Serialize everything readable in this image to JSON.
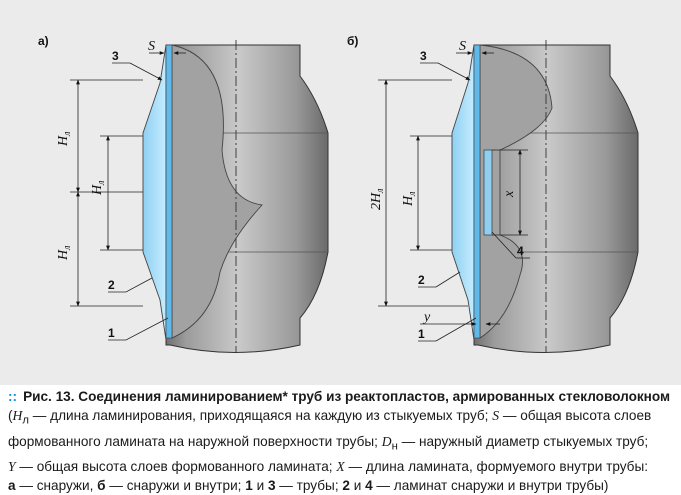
{
  "figure": {
    "panel_a_label": "а)",
    "panel_b_label": "б)",
    "a": {
      "S": "S",
      "n3": "3",
      "n2": "2",
      "n1": "1",
      "H1": "H",
      "H1sub": "л",
      "H2": "H",
      "H2sub": "л",
      "H3": "H",
      "H3sub": "л"
    },
    "b": {
      "S": "S",
      "n3": "3",
      "n2": "2",
      "n1": "1",
      "n4": "4",
      "H2x": "2H",
      "H2xsub": "л",
      "H": "H",
      "Hsub": "л",
      "x": "x",
      "y": "y"
    }
  },
  "caption": {
    "dots": "::",
    "title": "Рис. 13. Соединения ламинированием* труб из реактопластов, армированных стекловолокном",
    "p1_pre": "(",
    "p1_Hl": "H",
    "p1_Hl_sub": "л",
    "p1_a": " — длина ламинирования, приходящаяся на каждую из стыкуемых труб; ",
    "p1_S": "S",
    "p1_b": " — общая высота слоев",
    "p2": "формованного ламината на наружной поверхности трубы; ",
    "p2_D": "D",
    "p2_D_sub": "н",
    "p2_b": " — наружный диаметр стыкуемых труб;",
    "p3_Y": "Y",
    "p3_a": " — общая высота слоев формованного ламината; ",
    "p3_X": "X",
    "p3_b": " — длина ламината, формуемого внутри трубы:",
    "p4_a_bold": "а",
    "p4_a": " — снаружи, ",
    "p4_b_bold": "б",
    "p4_b": " — снаружи и внутри; ",
    "p4_13": "1",
    "p4_and1": " и ",
    "p4_3": "3",
    "p4_c": " — трубы; ",
    "p4_2": "2",
    "p4_and2": " и ",
    "p4_4": "4",
    "p4_d": " — ламинат снаружи и внутри трубы)"
  }
}
